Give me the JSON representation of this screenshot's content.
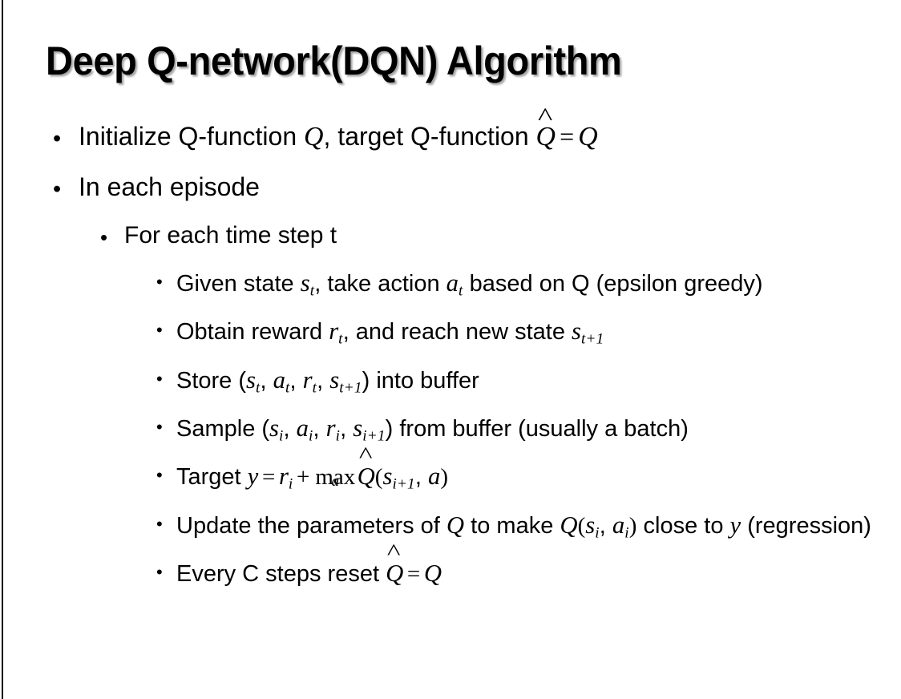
{
  "slide": {
    "title": "Deep Q-network(DQN) Algorithm",
    "background_color": "#ffffff",
    "text_color": "#000000",
    "edge_rule_color": "#0d0d0d"
  },
  "bullets": {
    "level1": {
      "marker": "•",
      "item1": {
        "text_a": "Initialize Q-function ",
        "math_q1": "Q",
        "text_b": ", target Q-function ",
        "math_qhat": "Q",
        "op_equals": "=",
        "math_q2": "Q"
      },
      "item2": {
        "text": "In each episode"
      }
    },
    "level2": {
      "marker": "•",
      "item1": {
        "text": "For each time step t"
      }
    },
    "level3": {
      "marker": "•",
      "given": {
        "text_a": "Given state ",
        "var_s": "s",
        "sub_s": "t",
        "text_b": ", take action ",
        "var_a": "a",
        "sub_a": "t",
        "text_c": " based on Q (epsilon greedy)"
      },
      "obtain": {
        "text_a": "Obtain reward ",
        "var_r": "r",
        "sub_r": "t",
        "text_b": ", and reach new state ",
        "var_s": "s",
        "sub_s": "t+1"
      },
      "store": {
        "text_a": "Store (",
        "var_s1": "s",
        "sub_s1": "t",
        "sep1": ", ",
        "var_a": "a",
        "sub_a": "t",
        "sep2": ", ",
        "var_r": "r",
        "sub_r": "t",
        "sep3": ", ",
        "var_s2": "s",
        "sub_s2": "t+1",
        "text_b": ") into buffer"
      },
      "sample": {
        "text_a": "Sample (",
        "var_s1": "s",
        "sub_s1": "i",
        "sep1": ", ",
        "var_a": "a",
        "sub_a": "i",
        "sep2": ", ",
        "var_r": "r",
        "sub_r": "i",
        "sep3": ", ",
        "var_s2": "s",
        "sub_s2": "i+1",
        "text_b": ") from buffer (usually a batch)"
      },
      "target": {
        "text_a": "Target ",
        "var_y": "y",
        "op_equals": "=",
        "var_r": "r",
        "sub_r": "i",
        "op_plus": "+",
        "max_label": "max",
        "max_limit": "a",
        "math_qhat": "Q",
        "paren_open": "(",
        "var_s": "s",
        "sub_s": "i+1",
        "sep": ", ",
        "var_a": "a",
        "paren_close": ")"
      },
      "update": {
        "text_a": "Update the parameters of ",
        "math_q1": "Q",
        "text_b": " to make ",
        "math_q2": "Q",
        "paren_open": "(",
        "var_s": "s",
        "sub_s": "i",
        "sep": ", ",
        "var_a": "a",
        "sub_a": "i",
        "paren_close": ")",
        "text_c": " close to ",
        "var_y": "y",
        "text_d": " (regression)"
      },
      "reset": {
        "text_a": "Every C steps reset ",
        "math_qhat": "Q",
        "op_equals": "=",
        "math_q": "Q"
      }
    }
  }
}
